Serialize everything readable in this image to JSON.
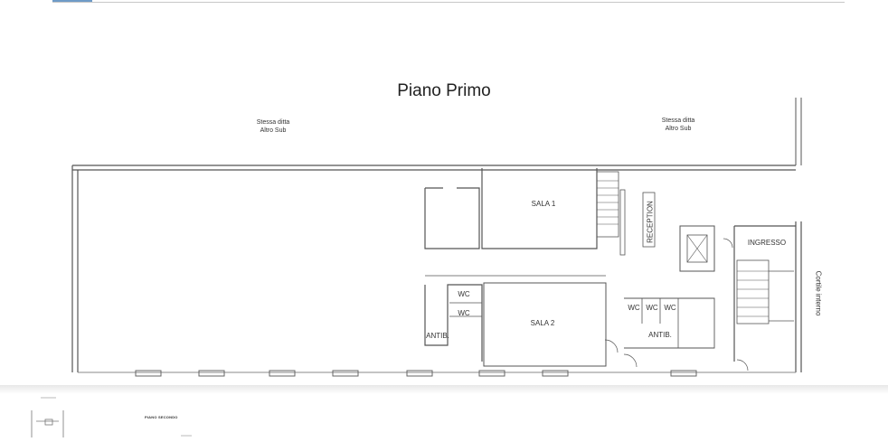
{
  "plan": {
    "title": "Piano Primo",
    "neighbor_left": "Stessa ditta\nAltro Sub",
    "neighbor_right": "Stessa ditta\nAltro Sub",
    "rooms": {
      "sala1": "SALA 1",
      "sala2": "SALA 2",
      "reception": "RECEPTION",
      "ingresso": "INGRESSO",
      "wc1": "WC",
      "wc2": "WC",
      "antib1": "ANTIB.",
      "wc3": "WC",
      "wc4": "WC",
      "wc5": "WC",
      "antib2": "ANTIB.",
      "cortile": "Cortile interno"
    }
  },
  "next_page": {
    "title": "PIANO SECONDO"
  }
}
